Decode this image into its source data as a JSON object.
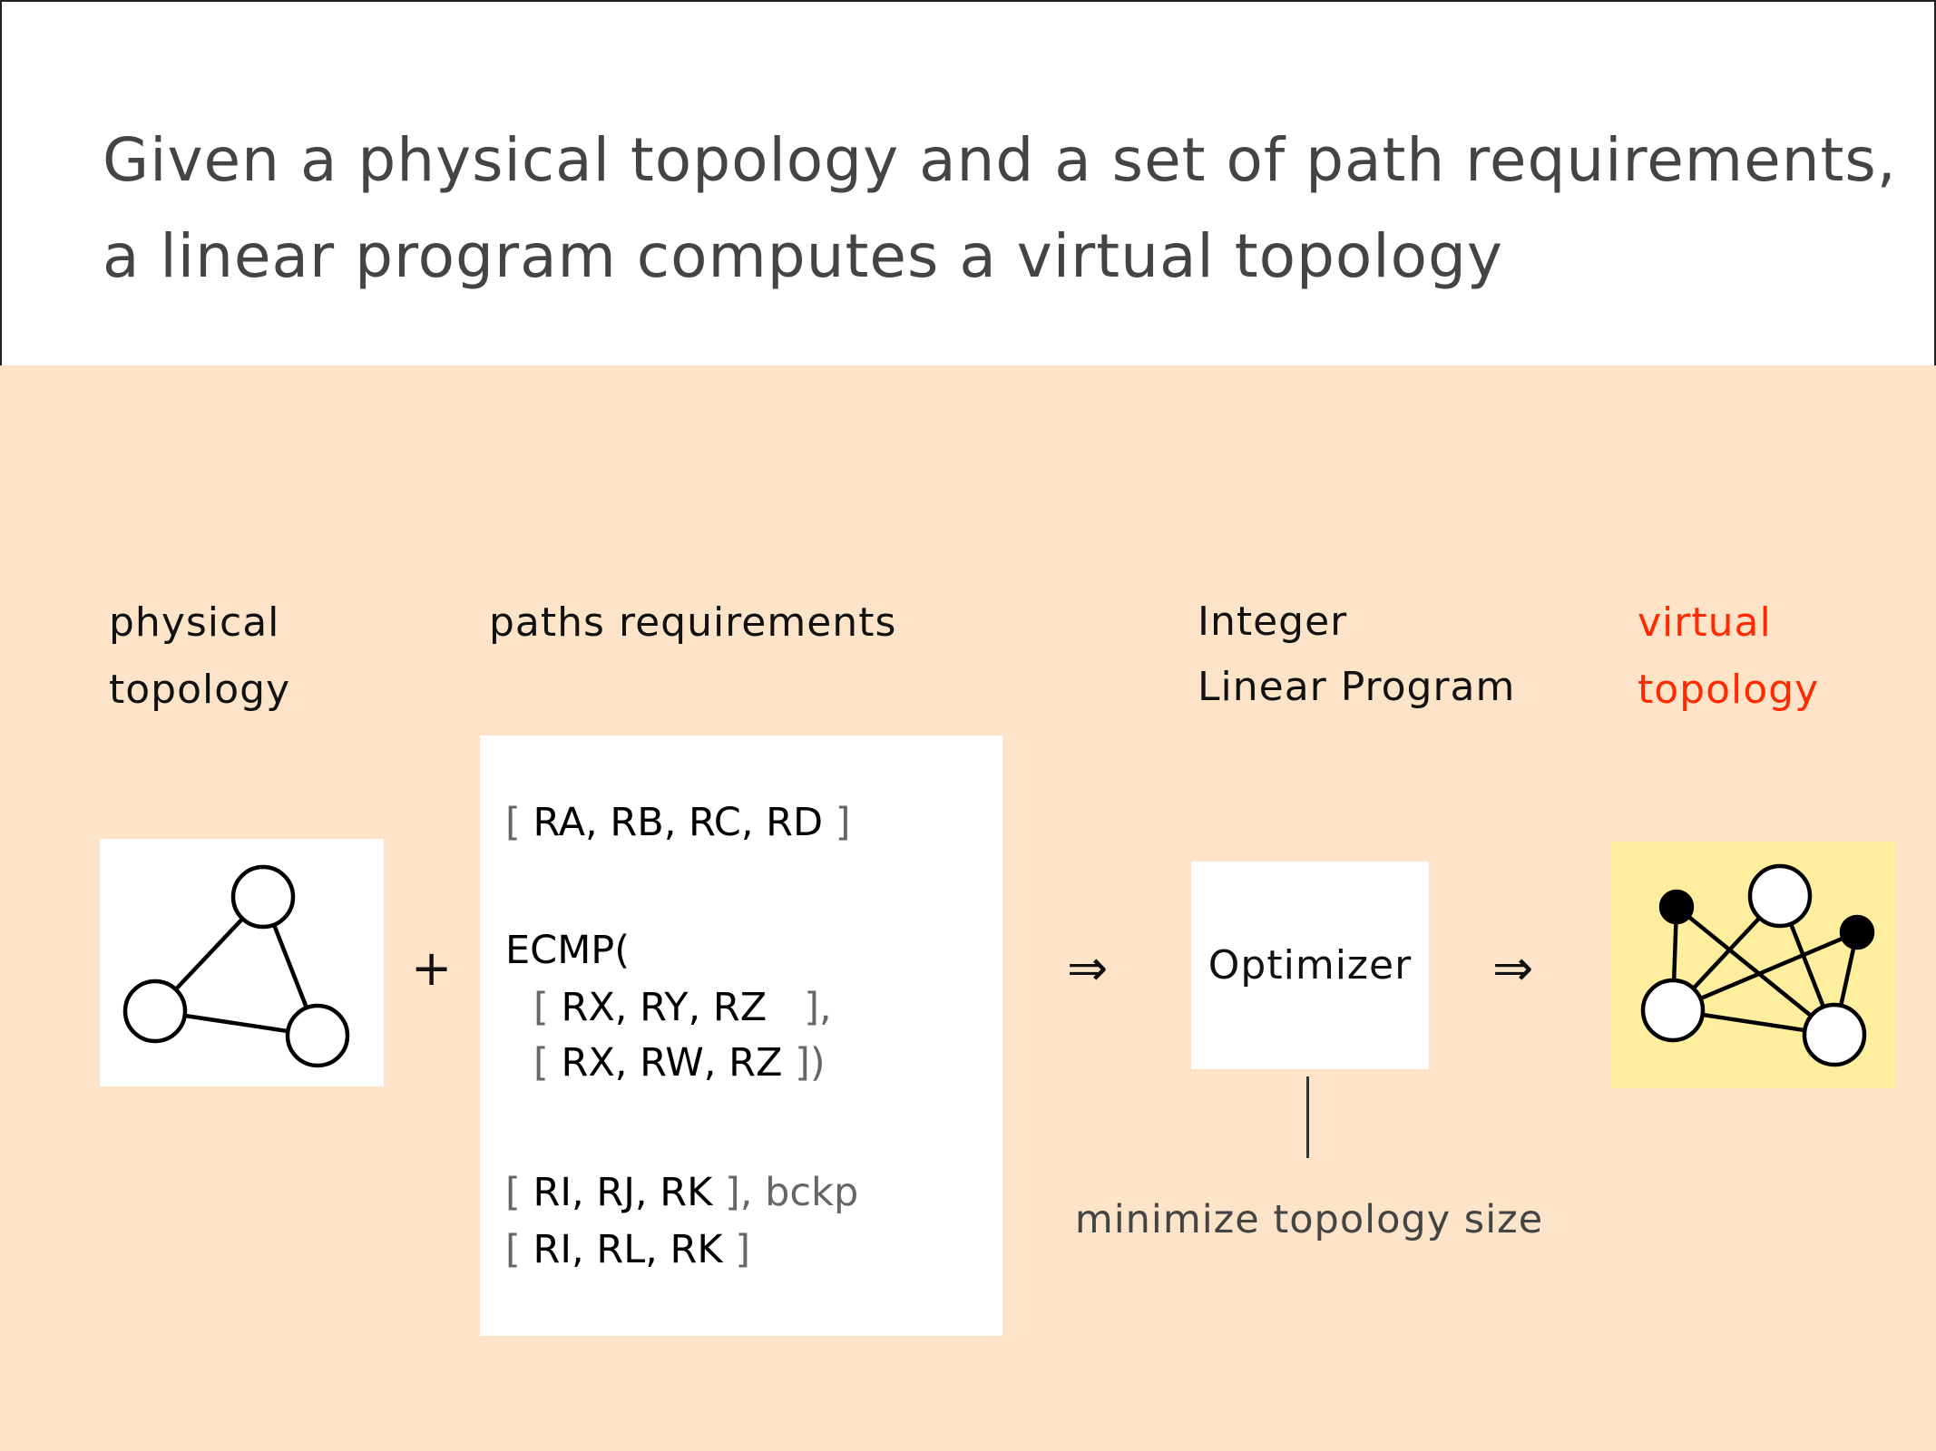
{
  "title": {
    "line1": "Given a physical topology and a set of path requirements,",
    "line2": "a linear program computes a virtual topology"
  },
  "labels": {
    "physical_1": "physical",
    "physical_2": "topology",
    "paths": "paths requirements",
    "ilp_1": "Integer",
    "ilp_2": "Linear Program",
    "virtual_1": "virtual",
    "virtual_2": "topology"
  },
  "paths": {
    "p1": {
      "open": "[ ",
      "body": "RA, RB, RC, RD",
      "close": " ]"
    },
    "ecmp": "ECMP(",
    "p2": {
      "open": "[ ",
      "body": "RX, RY, RZ  ",
      "close": " ],"
    },
    "p3": {
      "open": "[ ",
      "body": "RX, RW, RZ",
      "close": " ])"
    },
    "p4": {
      "open": "[ ",
      "body": "RI, RJ, RK",
      "close": " ], bckp"
    },
    "p5": {
      "open": "[ ",
      "body": "RI, RL, RK",
      "close": " ]"
    }
  },
  "symbols": {
    "plus": "+",
    "arrow1": "⇒",
    "arrow2": "⇒"
  },
  "optimizer": "Optimizer",
  "objective": "minimize topology size",
  "colors": {
    "background": "#fde3c8",
    "virtual_box": "#feee9e",
    "accent": "#ff2a00"
  }
}
